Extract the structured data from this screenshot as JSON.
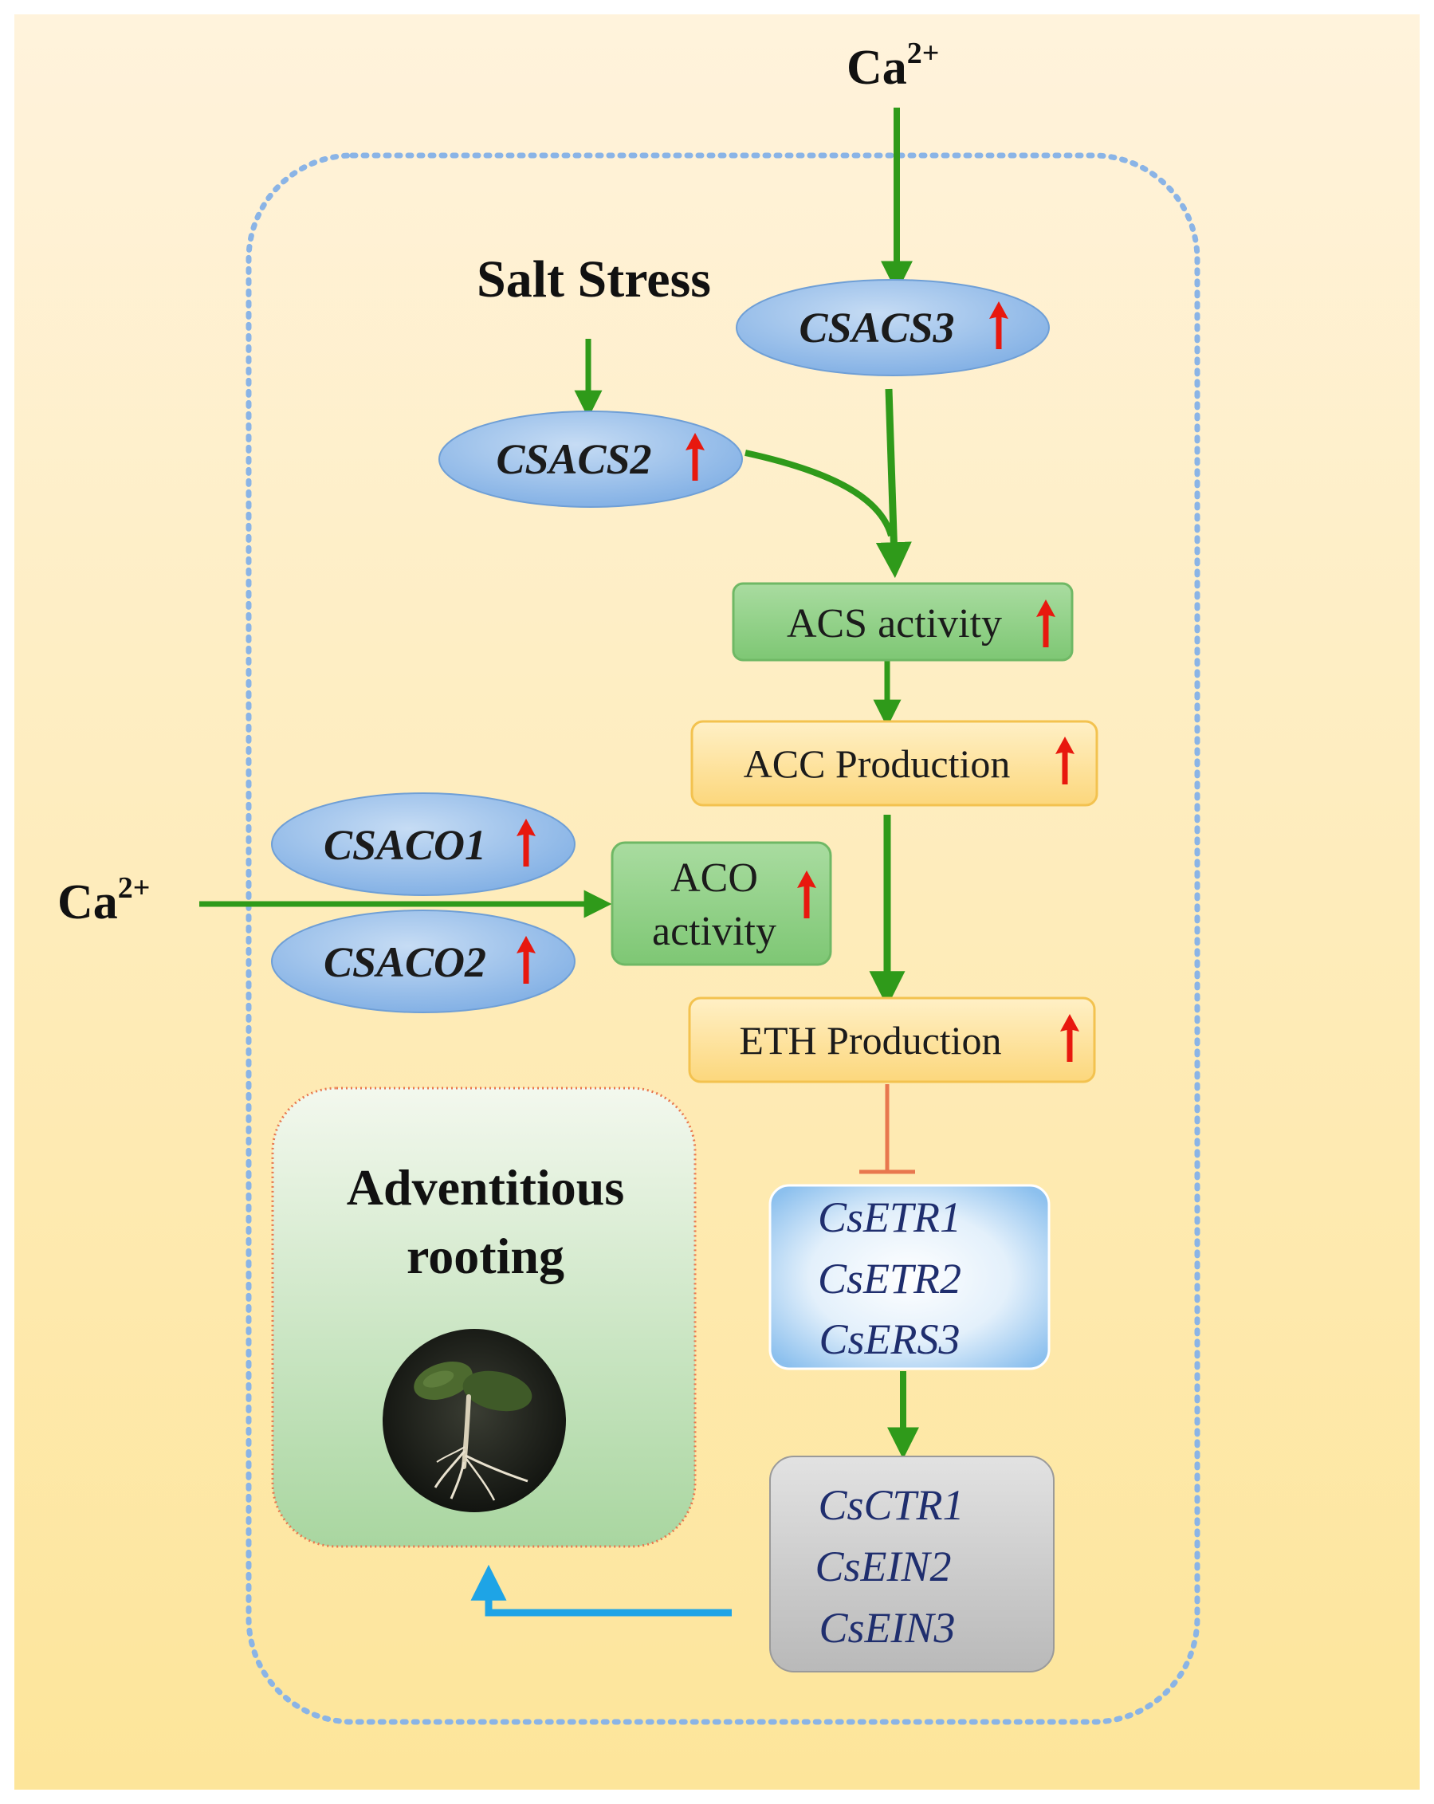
{
  "inputs": {
    "calcium_top": {
      "base": "Ca",
      "sup": "2+"
    },
    "calcium_left": {
      "base": "Ca",
      "sup": "2+"
    },
    "salt_stress": "Salt Stress"
  },
  "genes": {
    "csacs3": "CSACS3",
    "csacs2": "CSACS2",
    "csaco1": "CSACO1",
    "csaco2": "CSACO2"
  },
  "boxes": {
    "acs_activity": "ACS activity",
    "acc_production": "ACC Production",
    "aco_activity": [
      "ACO",
      "activity"
    ],
    "eth_production": "ETH Production"
  },
  "receptors": [
    "CsETR1",
    "CsETR2",
    "CsERS3"
  ],
  "signaling": [
    "CsCTR1",
    "CsEIN2",
    "CsEIN3"
  ],
  "outcome": [
    "Adventitious",
    "rooting"
  ],
  "colors": {
    "background_top": "#fff3dc",
    "background_bottom": "#fde59a",
    "arrow_green": "#2f9a1a",
    "up_arrow_red": "#e8180e",
    "inhibit_orange": "#e8774e",
    "output_arrow_blue": "#1ea4e6",
    "cell_border_blue": "#8ab4e6",
    "ellipse_blue": "#8fb9e8",
    "box_green": "#93d08b",
    "box_orange": "#fde3a0",
    "gene_text_navy": "#1f2e6e"
  },
  "icons": {
    "up_regulated": "red-up-arrow-icon",
    "photo": "seedling-photo"
  }
}
